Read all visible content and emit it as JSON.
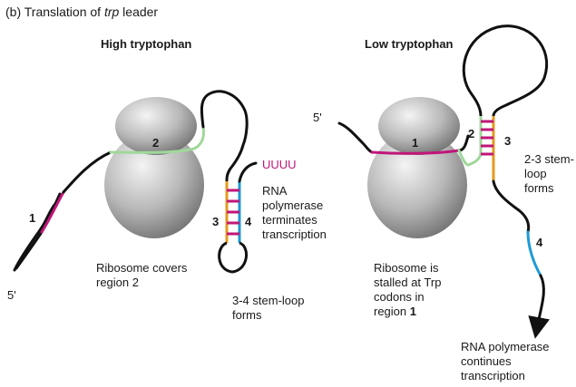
{
  "figure": {
    "heading_prefix": "(b)  Translation of ",
    "heading_italic": "trp",
    "heading_suffix": " leader"
  },
  "high": {
    "title": "High tryptophan",
    "five_prime": "5'",
    "region1": "1",
    "region2": "2",
    "region3": "3",
    "region4": "4",
    "uuuu": "UUUU",
    "rna_pol_lines": [
      "RNA",
      "polymerase",
      "terminates",
      "transcription"
    ],
    "ribosome_lines": [
      "Ribosome covers",
      "region 2"
    ],
    "stemloop_lines": [
      "3-4 stem-loop",
      "forms"
    ]
  },
  "low": {
    "title": "Low tryptophan",
    "five_prime": "5'",
    "region1": "1",
    "region2": "2",
    "region3": "3",
    "region4": "4",
    "stemloop_lines": [
      "2-3 stem-",
      "loop",
      "forms"
    ],
    "ribosome_lines": [
      "Ribosome is",
      "stalled at Trp",
      "codons in",
      "region "
    ],
    "ribosome_region_bold": "1",
    "rna_pol_lines": [
      "RNA polymerase",
      "continues",
      "transcription"
    ]
  },
  "colors": {
    "region1": "#c0167a",
    "region2": "#9fd89a",
    "region3": "#e69a1e",
    "region4": "#1e9ad6",
    "rna": "#111111",
    "uuuu": "#c0167a",
    "ribosome_light": "#f2f2f2",
    "ribosome_dark": "#7a7a7a"
  }
}
